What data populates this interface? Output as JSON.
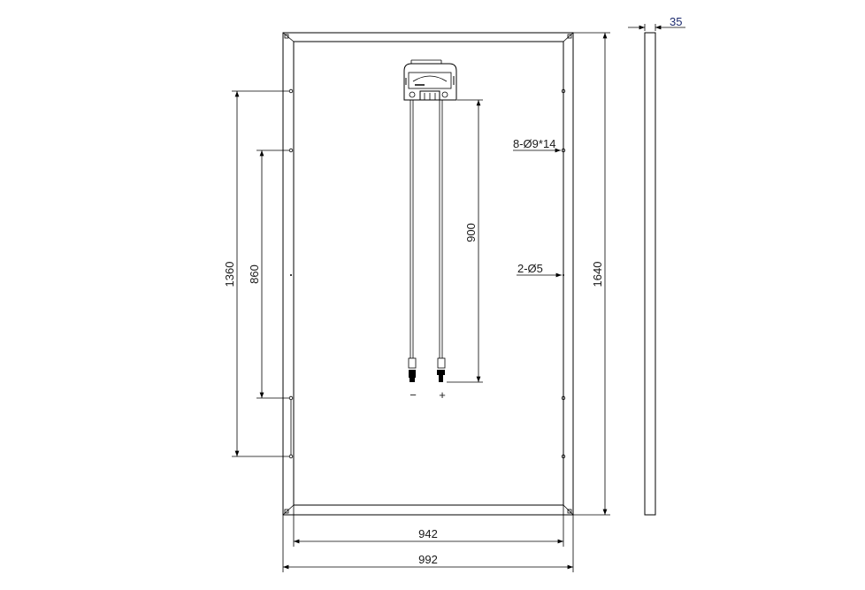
{
  "drawing": {
    "title": "Solar panel back view dimension drawing",
    "dimensions": {
      "width_outer": "992",
      "width_inner": "942",
      "height_outer": "1640",
      "hole_span_outer": "1360",
      "hole_span_inner": "860",
      "cable_length": "900",
      "frame_thickness": "35"
    },
    "callouts": {
      "mounting_holes": "8-Ø9*14",
      "grounding_holes": "2-Ø5"
    },
    "polarity": {
      "negative": "−",
      "positive": "+"
    }
  }
}
